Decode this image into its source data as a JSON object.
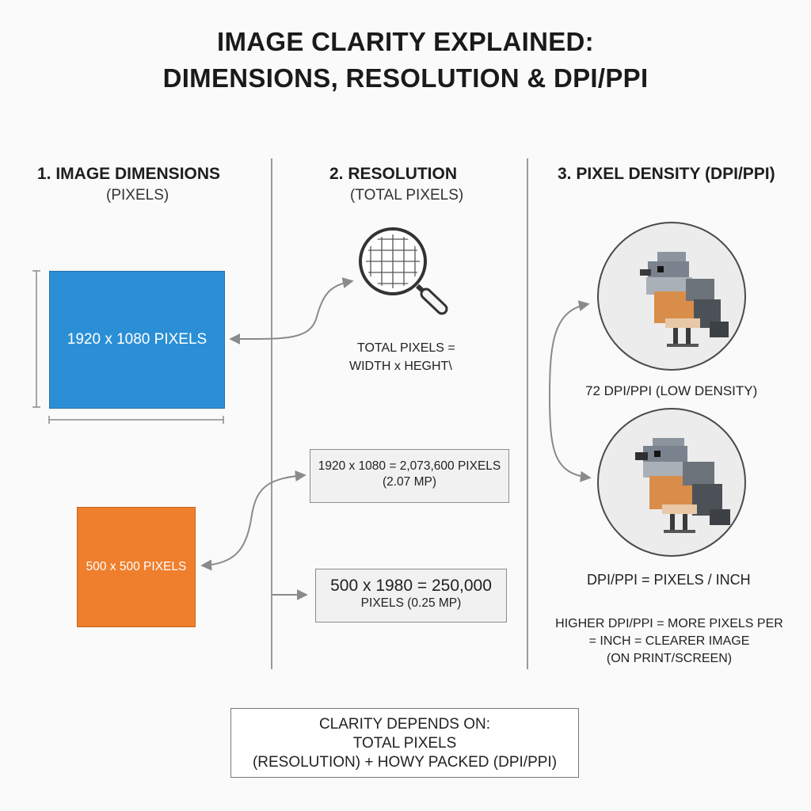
{
  "title": {
    "line1": "IMAGE CLARITY EXPLAINED:",
    "line2": "DIMENSIONS, RESOLUTION & DPI/PPI"
  },
  "columns": [
    {
      "heading": "1. IMAGE DIMENSIONS",
      "sub": "(PIXELS)"
    },
    {
      "heading": "2. RESOLUTION",
      "sub": "(TOTAL PIXELS)"
    },
    {
      "heading": "3. PIXEL DENSITY (DPI/PPI)",
      "sub": ""
    }
  ],
  "dimensions": {
    "large_label": "1920 x 1080 PIXELS",
    "small_label": "500 x 500 PIXELS",
    "colors": {
      "large": "#2b8fd6",
      "small": "#ef7f2d"
    }
  },
  "resolution": {
    "icon": "magnifier-grid-icon",
    "formula_line1": "TOTAL PIXELS =",
    "formula_line2": "WIDTH x HEGHT\\",
    "box1_line1": "1920 x 1080 = 2,073,600 PIXELS",
    "box1_line2": "(2.07 MP)",
    "box2_line1": "500 x 1980 = 250,000",
    "box2_line2": "PIXELS (0.25 MP)"
  },
  "density": {
    "low_caption": "72 DPI/PPI (LOW DENSITY)",
    "formula": "DPI/PPI = PIXELS / INCH",
    "note_line1": "HIGHER DPI/PPI = MORE PIXELS PER",
    "note_line2": "= INCH = CLEARER IMAGE",
    "note_line3": "(ON PRINT/SCREEN)",
    "icon": "pixelated-bird-icon"
  },
  "summary": {
    "line1": "CLARITY DEPENDS ON:",
    "line2": "TOTAL PIXELS",
    "line3": "(RESOLUTION) + HOWY PACKED (DPI/PPI)"
  }
}
